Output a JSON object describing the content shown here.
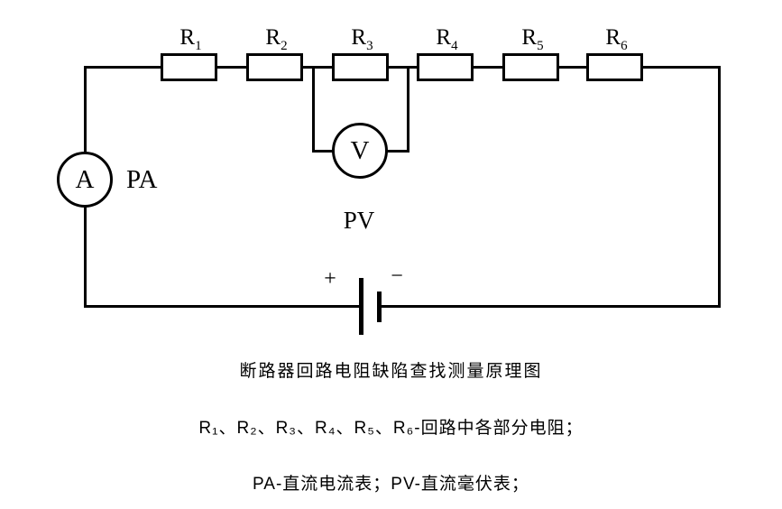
{
  "diagram": {
    "resistors": [
      {
        "base": "R",
        "sub": "1"
      },
      {
        "base": "R",
        "sub": "2"
      },
      {
        "base": "R",
        "sub": "3"
      },
      {
        "base": "R",
        "sub": "4"
      },
      {
        "base": "R",
        "sub": "5"
      },
      {
        "base": "R",
        "sub": "6"
      }
    ],
    "ammeter": {
      "symbol": "A",
      "label": "PA"
    },
    "voltmeter": {
      "symbol": "V",
      "label": "PV"
    },
    "battery": {
      "plus": "+",
      "minus": "−"
    }
  },
  "caption": {
    "title": "断路器回路电阻缺陷查找测量原理图",
    "legend_resistors": "R₁、R₂、R₃、R₄、R₅、R₆-回路中各部分电阻；",
    "legend_meters": "PA-直流电流表；PV-直流毫伏表；"
  },
  "colors": {
    "line": "#000000",
    "background": "#ffffff"
  }
}
